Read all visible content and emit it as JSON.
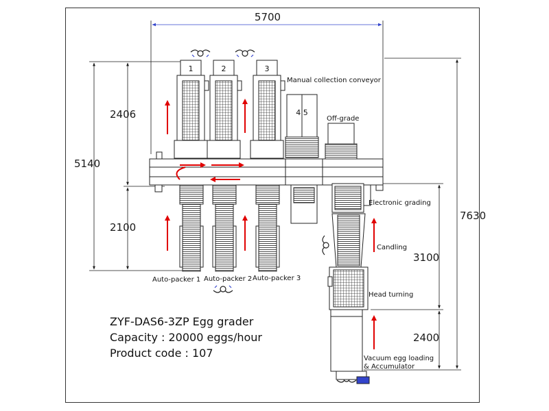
{
  "dimensions": {
    "width_total": "5700",
    "height_left": "5140",
    "upper_section": "2406",
    "lower_section": "2100",
    "height_right": "7630",
    "middle_right": "3100",
    "bottom_right": "2400"
  },
  "lanes": [
    "1",
    "2",
    "3"
  ],
  "labels": {
    "manual_conveyor": "Manual collection conveyor",
    "manual_lanes": "4  5",
    "off_grade": "Off-grade",
    "electronic_grading": "Electronic grading",
    "candling": "Candling",
    "head_turning": "Head turning",
    "vacuum_loading": "Vacuum egg loading",
    "accumulator": "& Accumulator"
  },
  "packers": [
    "Auto-packer 1",
    "Auto-packer 2",
    "Auto-packer 3"
  ],
  "specs": {
    "model": "ZYF-DAS6-3ZP Egg grader",
    "capacity": "Capacity : 20000 eggs/hour",
    "product_code": "Product code : 107"
  },
  "colors": {
    "line": "#1a1a1a",
    "dimension": "#3344cc",
    "flow_arrow": "#e00000"
  }
}
